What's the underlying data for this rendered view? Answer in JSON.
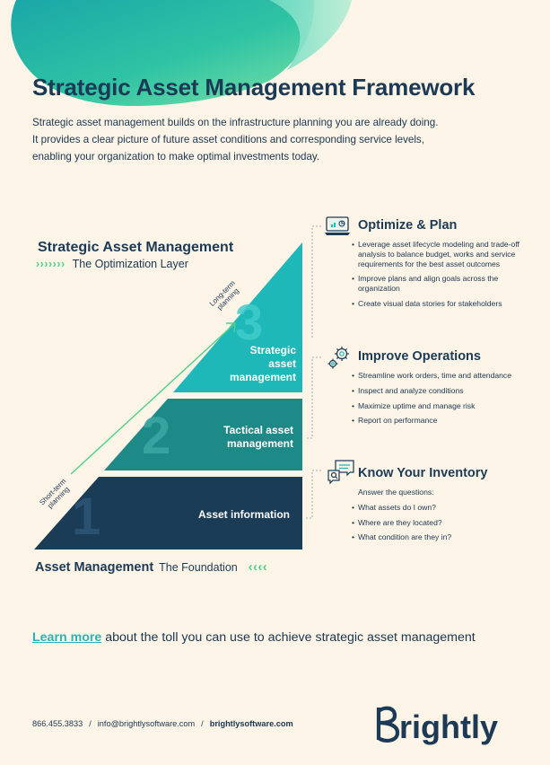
{
  "header": {
    "title": "Strategic Asset Management Framework",
    "intro_lines": [
      "Strategic asset management builds on the infrastructure planning you are already doing.",
      "It provides a clear picture of future asset conditions and corresponding service levels,",
      "enabling your organization to make optimal investments today."
    ]
  },
  "top_label": {
    "title": "Strategic Asset Management",
    "arrows": "›››››››",
    "subtitle": "The Optimization Layer"
  },
  "bottom_label": {
    "title": "Asset Management",
    "subtitle": "The Foundation",
    "arrows": "‹‹‹‹"
  },
  "pyramid": {
    "levels": [
      {
        "number": "3",
        "label_lines": [
          "Strategic",
          "asset",
          "management"
        ],
        "color": "#1fb8b9"
      },
      {
        "number": "2",
        "label_lines": [
          "Tactical asset",
          "management"
        ],
        "color": "#1d8a87"
      },
      {
        "number": "1",
        "label_lines": [
          "Asset information"
        ],
        "color": "#1b3c56"
      }
    ],
    "arrow_start_label": [
      "Short-term",
      "planning"
    ],
    "arrow_end_label": [
      "Long-term",
      "planning"
    ]
  },
  "sections": [
    {
      "heading": "Optimize & Plan",
      "icon": "monitor-chart-icon",
      "bullets": [
        "Leverage asset lifecycle modeling and trade-off analysis to balance budget, works and service requirements for the best asset outcomes",
        "Improve plans and align goals across the organization",
        "Create visual data stories for stakeholders"
      ]
    },
    {
      "heading": "Improve Operations",
      "icon": "gears-icon",
      "bullets": [
        "Streamline work orders, time and attendance",
        "Inspect and analyze conditions",
        "Maximize uptime and manage risk",
        "Report on performance"
      ]
    },
    {
      "heading": "Know Your Inventory",
      "icon": "chat-search-icon",
      "intro": "Answer the questions:",
      "bullets": [
        "What assets do I own?",
        "Where are they located?",
        "What condition are they in?"
      ]
    }
  ],
  "cta": {
    "link": "Learn more",
    "text": " about the toll you can use to achieve strategic asset management"
  },
  "footer": {
    "phone": "866.455.3833",
    "sep": "/",
    "email": "info@brightlysoftware.com",
    "site": "brightlysoftware.com"
  },
  "brand": {
    "name": "brightly"
  },
  "colors": {
    "background": "#fbf4e7",
    "navy": "#1b3c56",
    "teal_dark": "#1d8a87",
    "teal": "#1fb8b9",
    "green_accent": "#4fd08a"
  }
}
